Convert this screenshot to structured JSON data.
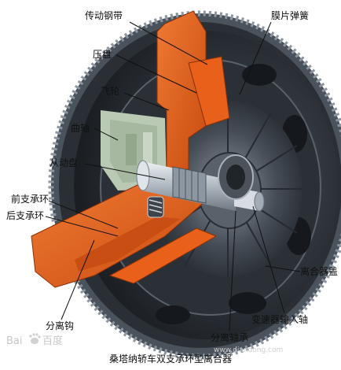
{
  "diagram": {
    "caption": "桑塔纳轿车双支承环型离合器",
    "labels": {
      "drive_strap": "传动钢带",
      "diaphragm_spring": "膜片弹簧",
      "pressure_plate": "压盘",
      "flywheel": "飞轮",
      "crankshaft": "曲轴",
      "driven_disc": "从动盘",
      "front_support_ring": "前支承环",
      "rear_support_ring": "后支承环",
      "clutch_cover": "离合器盖",
      "transmission_input_shaft": "变速器输入轴",
      "release_bearing": "分离轴承",
      "release_fork": "分离钩"
    },
    "watermark": {
      "brand": "Bai",
      "brand_suffix": "百度",
      "site_text": "www.diandong.com"
    }
  },
  "colors": {
    "section_orange": "#e8601a",
    "housing_dark": "#23272c",
    "housing_mid": "#3c424a",
    "housing_light": "#6b7580",
    "shaft_silver": "#c9d0d6",
    "engine_green": "#b9c9b4",
    "ring_tooth": "#7b8590"
  }
}
